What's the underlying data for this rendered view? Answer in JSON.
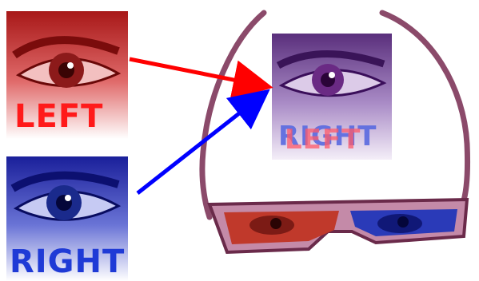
{
  "labels": {
    "left": "LEFT",
    "right": "RIGHT",
    "combined_a": "RIGHT",
    "combined_b": "LEFT"
  },
  "colors": {
    "left_panel": "#b31818",
    "right_panel": "#1f2aa8",
    "combined_panel": "#6b3c88",
    "left_text": "#ff1a1a",
    "right_text": "#1f3ad6",
    "arrow_left": "#ff0000",
    "arrow_right": "#0000ff",
    "glasses_frame": "#8b4a6a"
  },
  "icons": [
    "eye-photo-left",
    "eye-photo-right",
    "eye-photo-combined",
    "3d-glasses-icon",
    "red-arrow",
    "blue-arrow"
  ]
}
